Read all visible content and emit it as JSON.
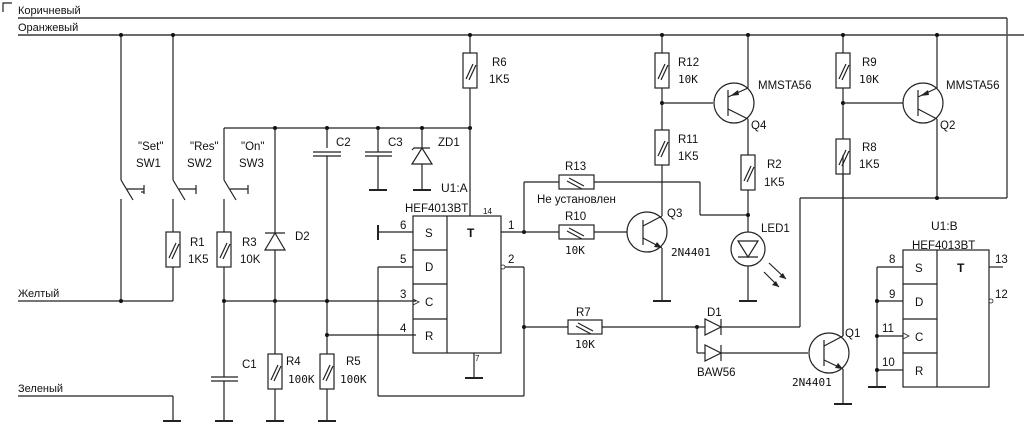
{
  "nets": {
    "brown": "Коричневый",
    "orange": "Оранжевый",
    "yellow": "Желтый",
    "green": "Зеленый"
  },
  "switches": [
    {
      "ref": "SW1",
      "label": "\"Set\""
    },
    {
      "ref": "SW2",
      "label": "\"Res\""
    },
    {
      "ref": "SW3",
      "label": "\"On\""
    }
  ],
  "resistors": {
    "R1": {
      "ref": "R1",
      "value": "1K5"
    },
    "R2": {
      "ref": "R2",
      "value": "1K5"
    },
    "R3": {
      "ref": "R3",
      "value": "10K"
    },
    "R4": {
      "ref": "R4",
      "value": "100K"
    },
    "R5": {
      "ref": "R5",
      "value": "100K"
    },
    "R6": {
      "ref": "R6",
      "value": "1K5"
    },
    "R7": {
      "ref": "R7",
      "value": "10K"
    },
    "R8": {
      "ref": "R8",
      "value": "1K5"
    },
    "R9": {
      "ref": "R9",
      "value": "10K"
    },
    "R10": {
      "ref": "R10",
      "value": "10K"
    },
    "R11": {
      "ref": "R11",
      "value": "1K5"
    },
    "R12": {
      "ref": "R12",
      "value": "10K"
    },
    "R13": {
      "ref": "R13",
      "value": "Не установлен"
    }
  },
  "capacitors": {
    "C1": "C1",
    "C2": "C2",
    "C3": "C3"
  },
  "diodes": {
    "D2": "D2",
    "ZD1": "ZD1",
    "D1": "D1",
    "D1_part": "BAW56",
    "LED1": "LED1"
  },
  "transistors": {
    "Q1": {
      "ref": "Q1",
      "part": "2N4401"
    },
    "Q2": {
      "ref": "Q2",
      "part": "MMSTA56"
    },
    "Q3": {
      "ref": "Q3",
      "part": "2N4401"
    },
    "Q4": {
      "ref": "Q4",
      "part": "MMSTA56"
    }
  },
  "ic_a": {
    "ref": "U1:A",
    "part": "HEF4013BT",
    "title": "T",
    "inputs": [
      "S",
      "D",
      "C",
      "R"
    ],
    "pins": {
      "S": "6",
      "D": "5",
      "C": "3",
      "R": "4",
      "Q": "1",
      "Qn": "2",
      "vdd": "14",
      "vss": "7"
    }
  },
  "ic_b": {
    "ref": "U1:B",
    "part": "HEF4013BT",
    "title": "T",
    "inputs": [
      "S",
      "D",
      "C",
      "R"
    ],
    "pins": {
      "S": "8",
      "D": "9",
      "C": "11",
      "R": "10",
      "Q": "13",
      "Qn": "12"
    }
  }
}
